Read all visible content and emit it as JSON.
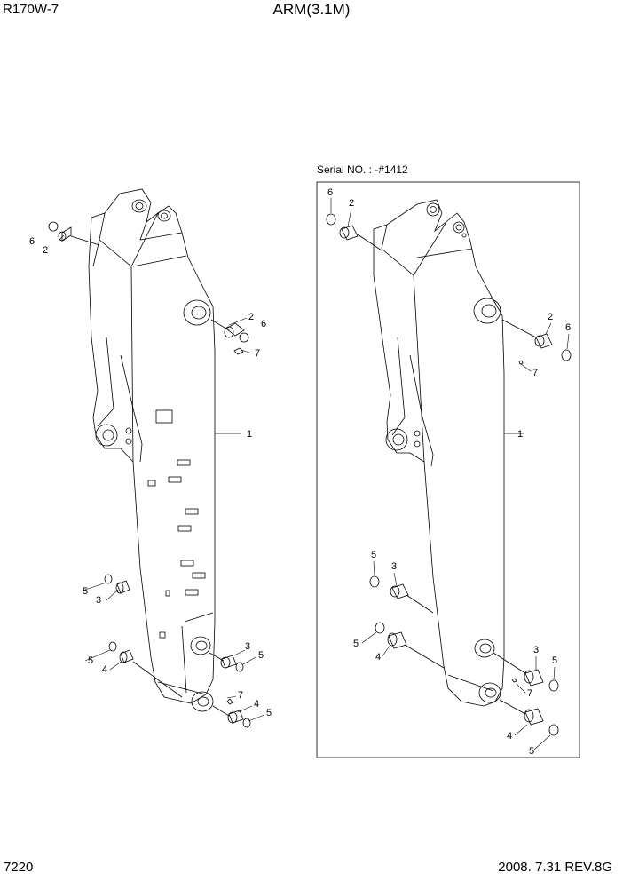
{
  "header": {
    "model": "R170W-7",
    "title": "ARM(3.1M)"
  },
  "footer": {
    "page_number": "7220",
    "date_rev": "2008. 7.31  REV.8G"
  },
  "inset": {
    "serial_label": "Serial NO. : -#1412"
  },
  "left_view": {
    "callouts": [
      "6",
      "2",
      "2",
      "6",
      "7",
      "1",
      "5",
      "3",
      "5",
      "4",
      "3",
      "5",
      "7",
      "4",
      "5"
    ]
  },
  "right_view": {
    "callouts": [
      "6",
      "2",
      "2",
      "6",
      "7",
      "1",
      "5",
      "3",
      "5",
      "4",
      "3",
      "5",
      "7",
      "4",
      "5"
    ]
  }
}
